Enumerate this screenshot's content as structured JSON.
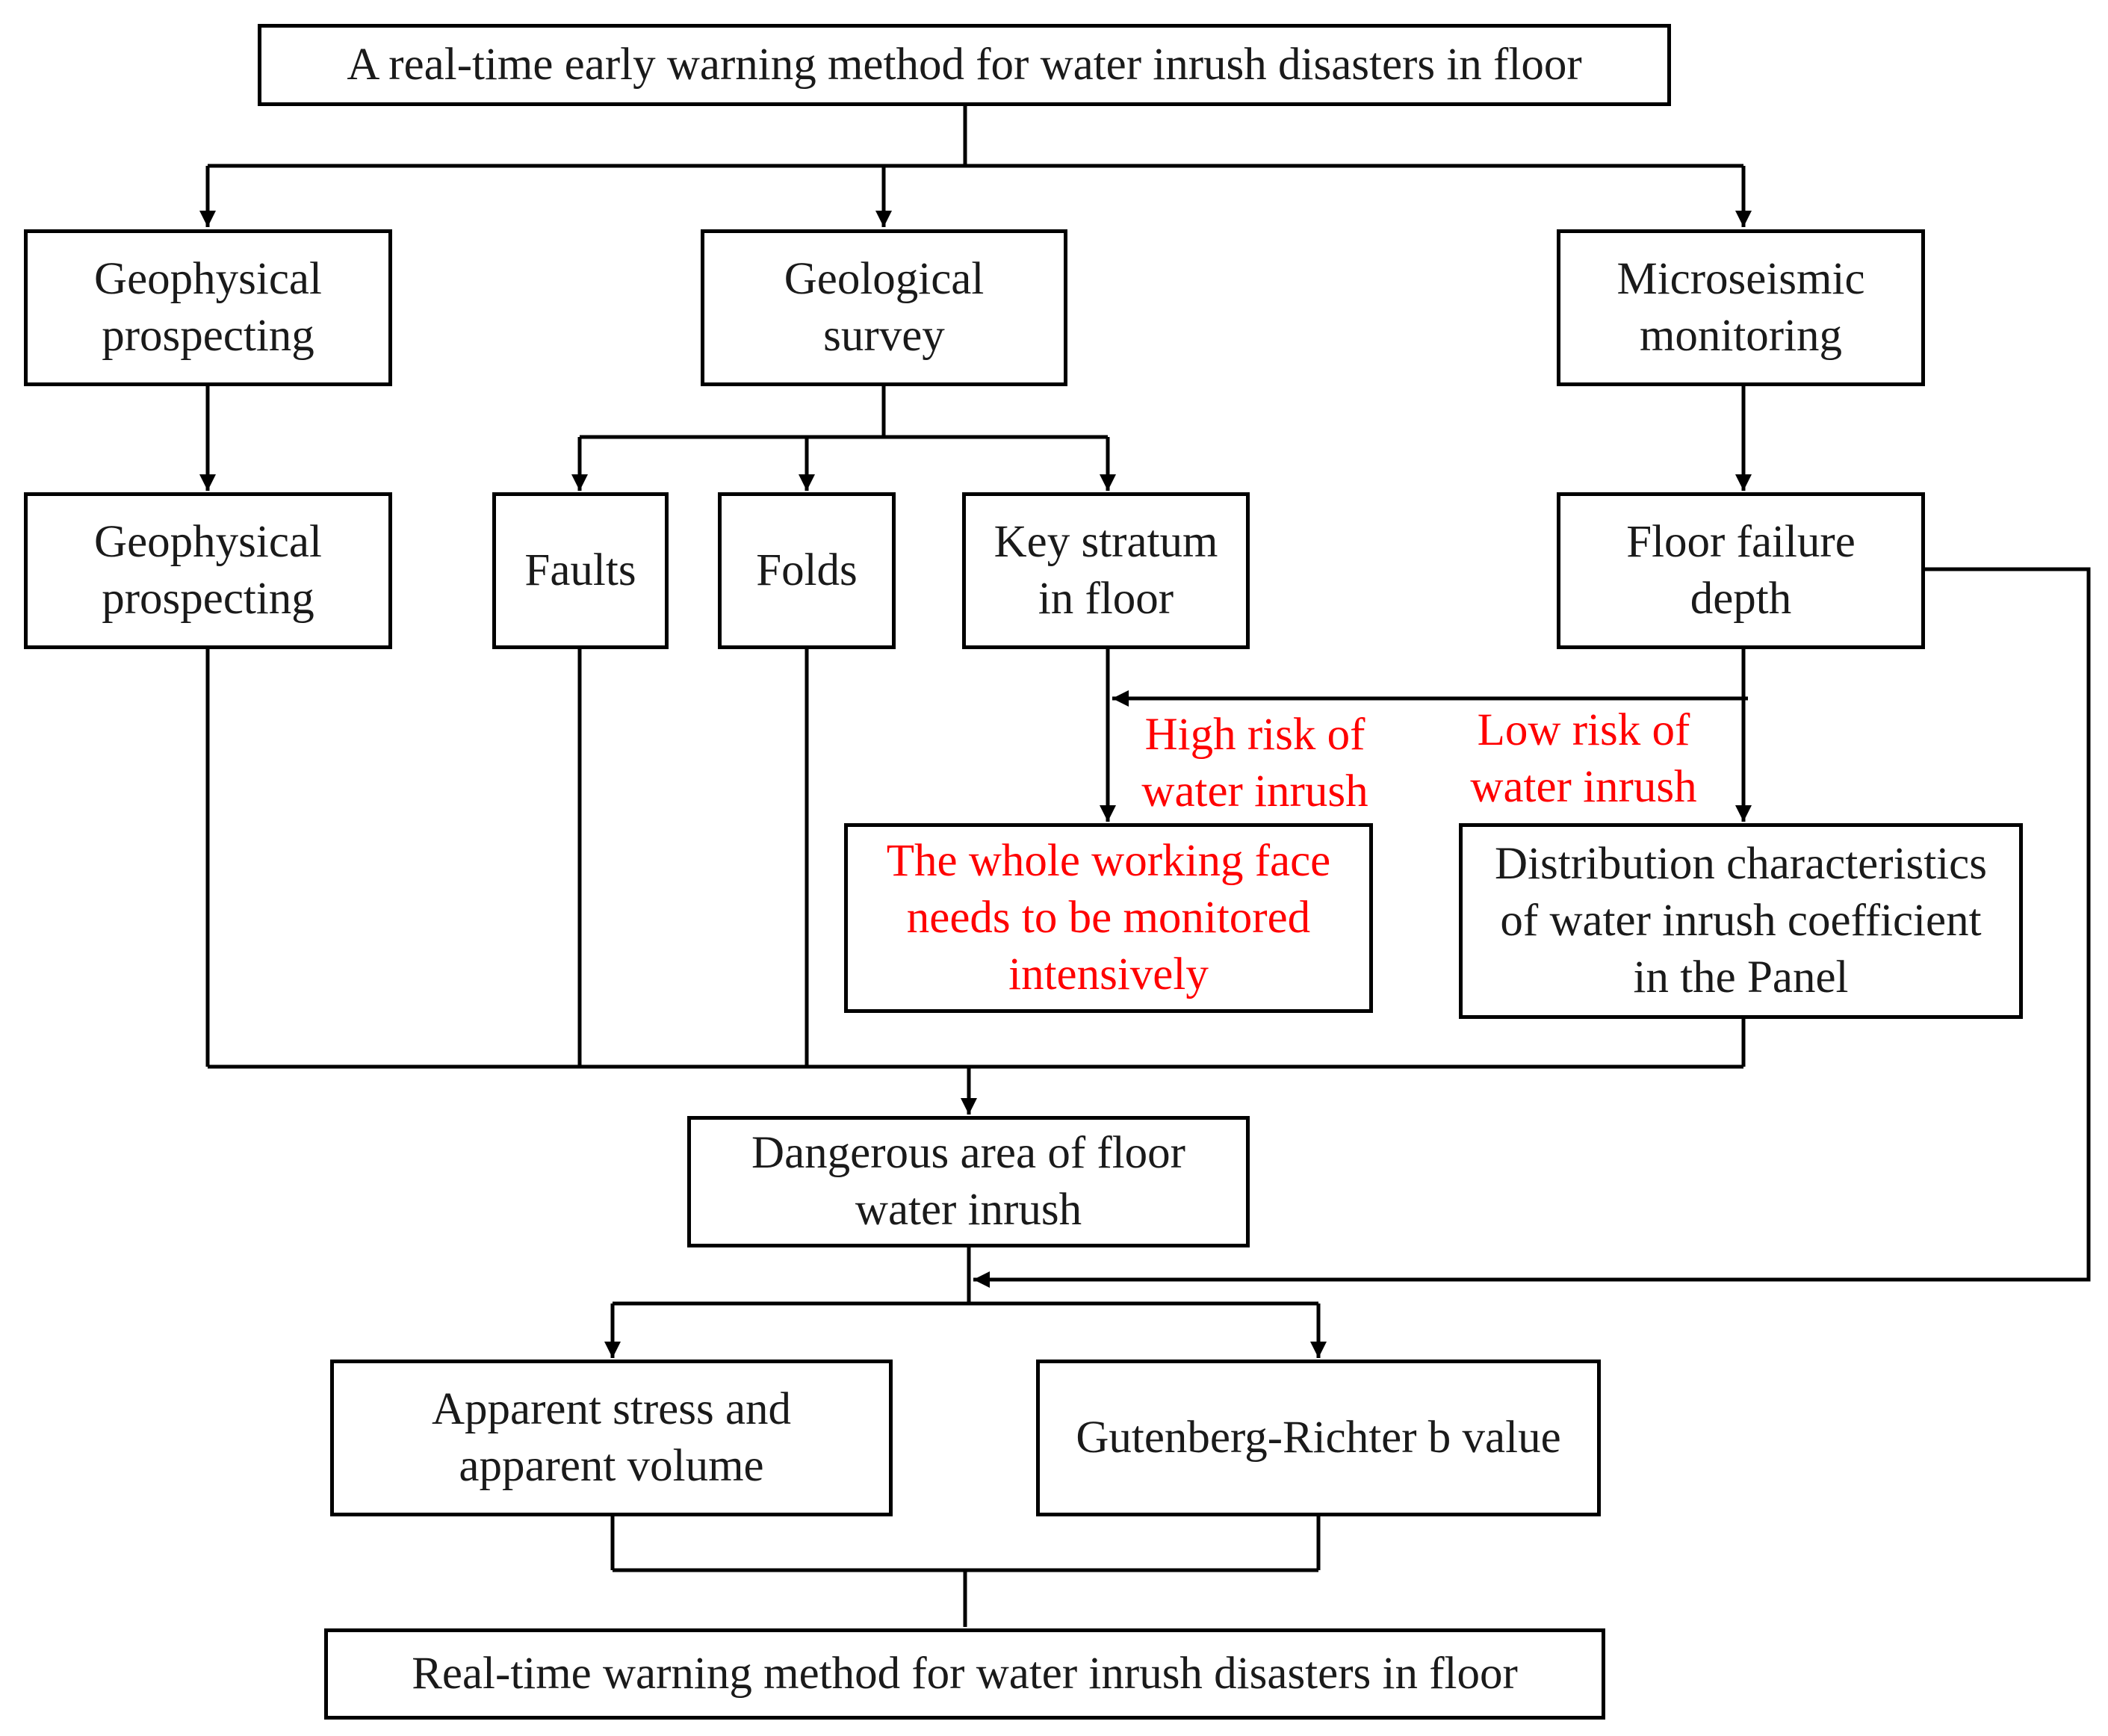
{
  "title": "A real-time early warning method for water inrush disasters in floor",
  "colors": {
    "line": "#000000",
    "text": "#1a1a1a",
    "risk": "#ff0000"
  },
  "nodes": {
    "geophysical_1": "Geophysical\nprospecting",
    "geological_survey": "Geological\nsurvey",
    "microseismic": "Microseismic\nmonitoring",
    "geophysical_2": "Geophysical\nprospecting",
    "faults": "Faults",
    "folds": "Folds",
    "key_stratum": "Key stratum\nin floor",
    "floor_failure_depth": "Floor failure\ndepth",
    "whole_face": "The whole working face\nneeds to be monitored\nintensively",
    "distribution": "Distribution characteristics\nof water inrush coefficient\nin the Panel",
    "dangerous_area": "Dangerous area of floor\nwater inrush",
    "apparent_stress": "Apparent stress and\napparent volume",
    "gr_b_value": "Gutenberg-Richter b value",
    "realtime_warning": "Real-time warning method for water inrush disasters in floor"
  },
  "labels": {
    "high_risk": "High risk of\nwater inrush",
    "low_risk": "Low risk of\nwater inrush"
  }
}
